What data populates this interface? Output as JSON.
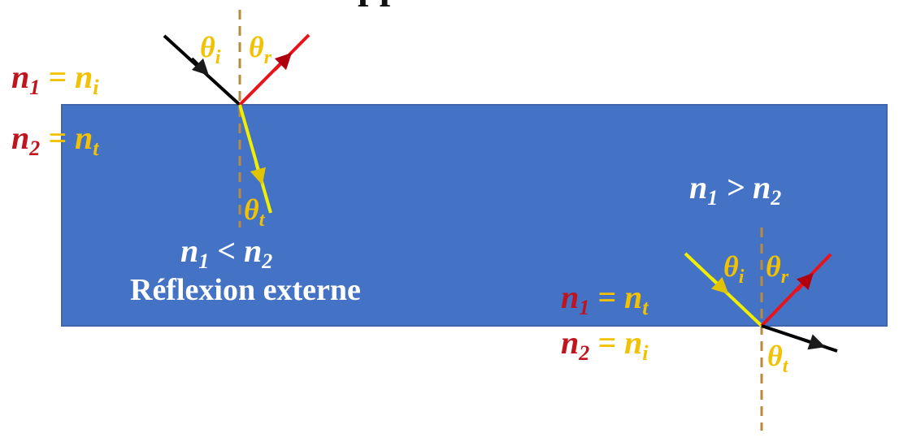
{
  "colors": {
    "background": "#ffffff",
    "medium": "#4472c4",
    "medium_border": "#3f66ad",
    "incident_ray": "#000000",
    "reflected_ray": "#e8141b",
    "refracted_ray": "#f2ee00",
    "angle_label": "#f2c200",
    "index_red": "#c0141e",
    "white_text": "#ffffff",
    "normal_line": "#b98b3a"
  },
  "title_fragment": "pp",
  "left_case": {
    "theta_i": {
      "base": "θ",
      "sub": "i"
    },
    "theta_r": {
      "base": "θ",
      "sub": "r"
    },
    "theta_t": {
      "base": "θ",
      "sub": "t"
    },
    "n1_eq": {
      "n": "n",
      "nsub": "1",
      "eq": " = ",
      "rhs": "n",
      "rhssub": "i"
    },
    "n2_eq": {
      "n": "n",
      "nsub": "2",
      "eq": " = ",
      "rhs": "n",
      "rhssub": "t"
    },
    "relation": {
      "a": "n",
      "asub": "1",
      "op": " < ",
      "b": "n",
      "bsub": "2"
    },
    "caption": "Réflexion externe"
  },
  "right_case": {
    "relation": {
      "a": "n",
      "asub": "1",
      "op": " > ",
      "b": "n",
      "bsub": "2"
    },
    "theta_i": {
      "base": "θ",
      "sub": "i"
    },
    "theta_r": {
      "base": "θ",
      "sub": "r"
    },
    "theta_t": {
      "base": "θ",
      "sub": "t"
    },
    "n1_eq": {
      "n": "n",
      "nsub": "1",
      "eq": " = ",
      "rhs": "n",
      "rhssub": "t"
    },
    "n2_eq": {
      "n": "n",
      "nsub": "2",
      "eq": " = ",
      "rhs": "n",
      "rhssub": "i"
    }
  }
}
